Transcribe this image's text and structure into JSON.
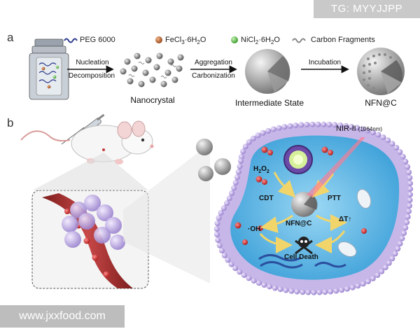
{
  "watermark_top": "TG: MYYJJPP",
  "watermark_bottom": "www.jxxfood.com",
  "panel_a": {
    "label": "a",
    "legend": {
      "peg": "PEG 6000",
      "fecl3": "FeCl",
      "fecl3_sub": "3",
      "fecl3_rest": "·6H",
      "fecl3_sub2": "2",
      "fecl3_end": "O",
      "nicl2": "NiCl",
      "nicl2_sub": "2",
      "nicl2_rest": "·6H",
      "nicl2_sub2": "2",
      "nicl2_end": "O",
      "carbon": "Carbon Fragments"
    },
    "arrows": {
      "step1_top": "Nucleation",
      "step1_bottom": "Decomposition",
      "step2_top": "Aggregation",
      "step2_bottom": "Carbonization",
      "step3_top": "Incubation"
    },
    "stages": {
      "nanocrystal": "Nanocrystal",
      "intermediate": "Intermediate State",
      "final": "NFN@C"
    }
  },
  "panel_b": {
    "label": "b",
    "nir": "NIR-II",
    "nir_wavelength": "(1064nm)",
    "h2o2": "H",
    "h2o2_sub": "2",
    "h2o2_mid": "O",
    "h2o2_sub2": "2",
    "cdt": "CDT",
    "ptt": "PTT",
    "oh": "·OH",
    "nfn": "NFN@C",
    "delta_t": "ΔT↑",
    "cell_death": "Cell Death"
  },
  "colors": {
    "membrane": "#b9a7dc",
    "cytoplasm": "#5fb7e6",
    "vessel": "#b33b3b",
    "watermark": "#c9c9c9",
    "iron": "#c8733a",
    "nickel": "#6fcf5a"
  }
}
